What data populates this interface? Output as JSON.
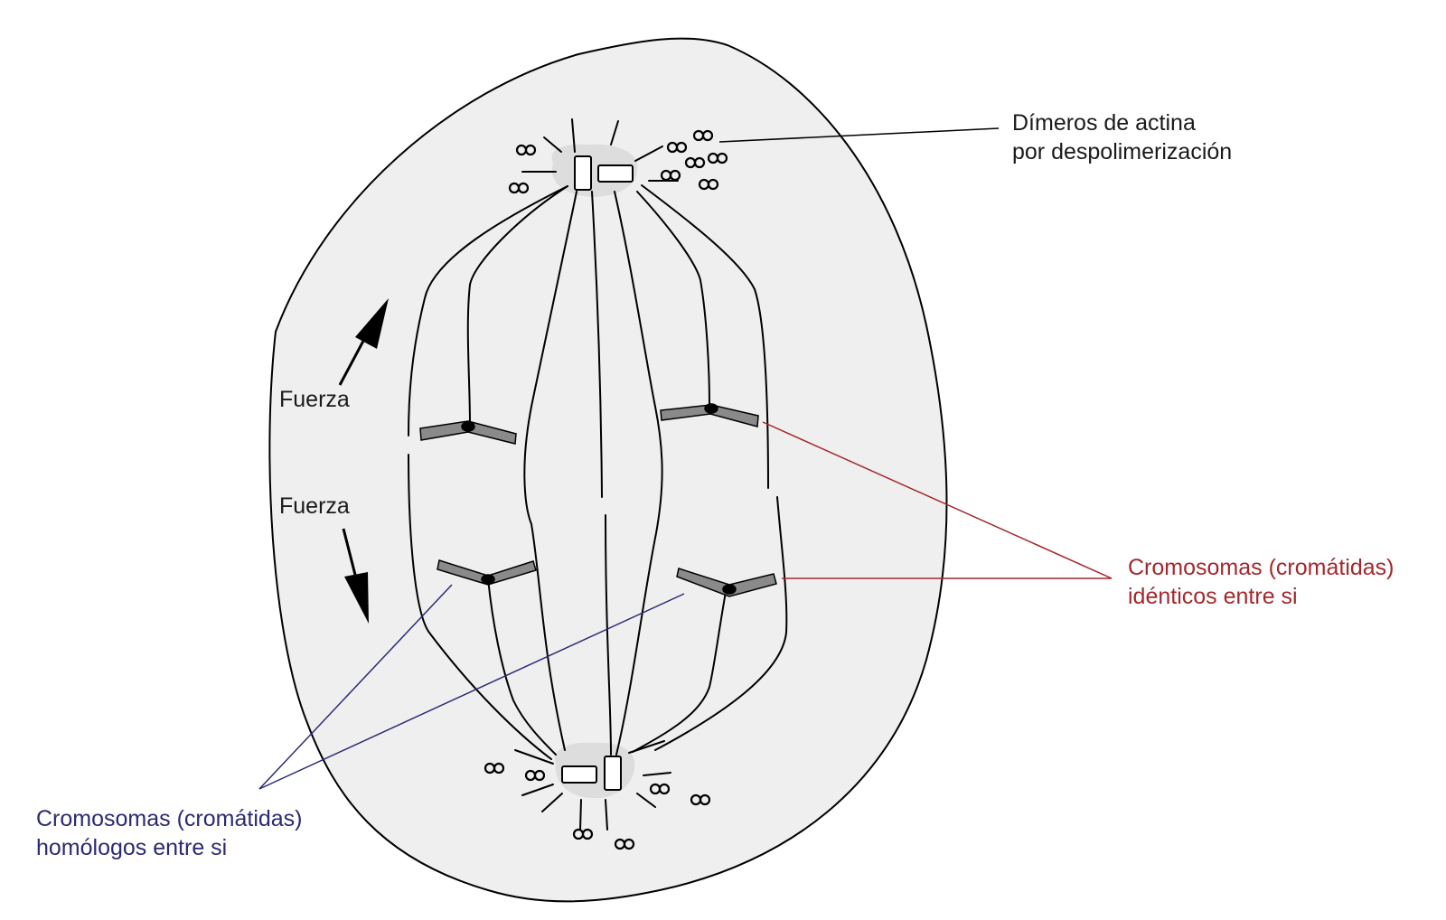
{
  "labels": {
    "actin_dimers": [
      "Dímeros de actina",
      "por despolimerización"
    ],
    "force_up": "Fuerza",
    "force_down": "Fuerza",
    "identical": [
      "Cromosomas (cromátidas)",
      "idénticos entre si"
    ],
    "homologous": [
      "Cromosomas (cromátidas)",
      "homólogos entre si"
    ]
  },
  "colors": {
    "cell_fill": "#efefef",
    "outline": "#000000",
    "centrosome_fill": "#dddddd",
    "chromosome_fill": "#8a8a8a",
    "identical_label": "#a3282e",
    "homologous_label": "#2b2a73",
    "black_label": "#1a1a1a"
  }
}
